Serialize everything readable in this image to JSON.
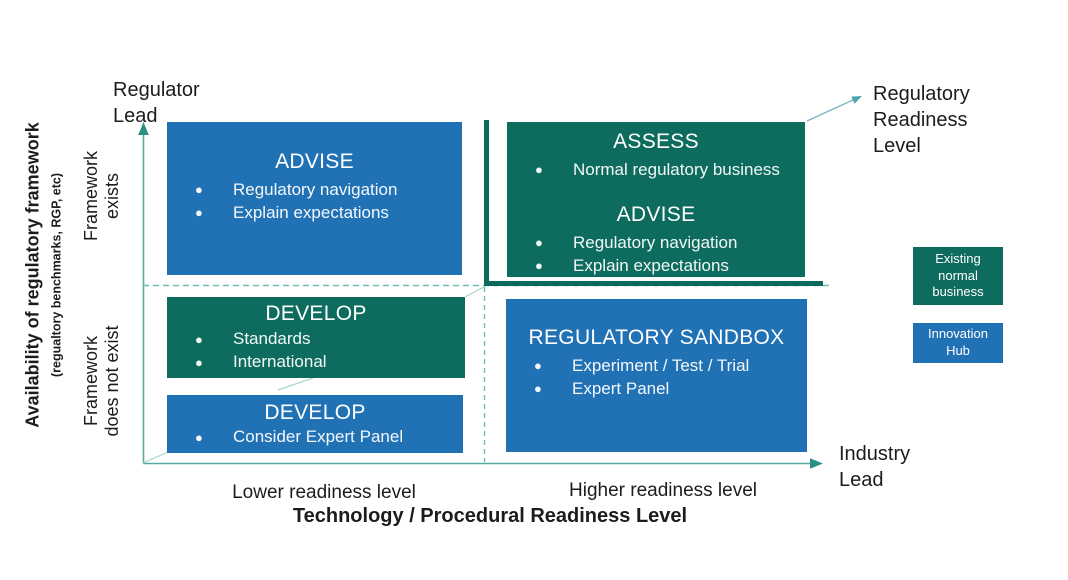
{
  "colors": {
    "box_blue": "#2171B5",
    "box_teal": "#0E6C5E",
    "divider_dark_teal": "#0C6A5C",
    "axis_teal": "#57AAA1",
    "diagonal_arrow_teal": "#7AB8C2"
  },
  "left_axis": {
    "top_label": "Regulator\nLead",
    "title": "Availability of regulatory framework",
    "subtitle": "(regualtory benchmarks, RGP, etc)",
    "upper_label": "Framework\nexists",
    "lower_label": "Framework\ndoes not exist"
  },
  "bottom_axis": {
    "left_label": "Lower readiness level",
    "right_label": "Higher readiness level",
    "title": "Technology / Procedural Readiness Level",
    "end_label": "Industry\nLead"
  },
  "diagonal_axis_label": "Regulatory\nReadiness\nLevel",
  "quadrants": {
    "top_left": {
      "heading": "ADVISE",
      "bullets": [
        "Regulatory navigation",
        "Explain expectations"
      ]
    },
    "top_right": {
      "sections": [
        {
          "heading": "ASSESS",
          "bullets": [
            "Normal regulatory business"
          ]
        },
        {
          "heading": "ADVISE",
          "bullets": [
            "Regulatory navigation",
            "Explain expectations"
          ]
        }
      ]
    },
    "mid_left": {
      "heading": "DEVELOP",
      "bullets": [
        "Standards",
        "International"
      ]
    },
    "bottom_left": {
      "heading": "DEVELOP",
      "bullets": [
        "Consider Expert Panel"
      ]
    },
    "bottom_right": {
      "heading": "REGULATORY SANDBOX",
      "bullets": [
        "Experiment / Test / Trial",
        "Expert Panel"
      ]
    }
  },
  "legend": {
    "existing": "Existing\nnormal\nbusiness",
    "innovation": "Innovation\nHub"
  }
}
